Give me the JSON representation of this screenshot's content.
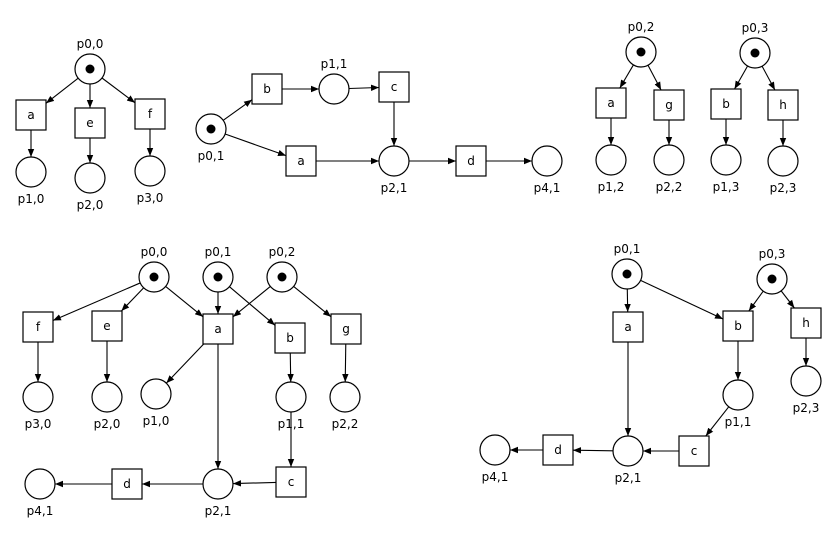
{
  "nets": [
    {
      "id": "net-1",
      "places": [
        {
          "id": "p0_0",
          "label": "p0,0",
          "tokens": 1
        },
        {
          "id": "p1_0",
          "label": "p1,0",
          "tokens": 0
        },
        {
          "id": "p2_0",
          "label": "p2,0",
          "tokens": 0
        },
        {
          "id": "p3_0",
          "label": "p3,0",
          "tokens": 0
        }
      ],
      "transitions": [
        {
          "id": "ta",
          "label": "a"
        },
        {
          "id": "te",
          "label": "e"
        },
        {
          "id": "tf",
          "label": "f"
        }
      ],
      "arcs": [
        [
          "p0_0",
          "ta"
        ],
        [
          "p0_0",
          "te"
        ],
        [
          "p0_0",
          "tf"
        ],
        [
          "ta",
          "p1_0"
        ],
        [
          "te",
          "p2_0"
        ],
        [
          "tf",
          "p3_0"
        ]
      ]
    },
    {
      "id": "net-2",
      "places": [
        {
          "id": "p0_1",
          "label": "p0,1",
          "tokens": 1
        },
        {
          "id": "p1_1",
          "label": "p1,1",
          "tokens": 0
        },
        {
          "id": "p2_1",
          "label": "p2,1",
          "tokens": 0
        },
        {
          "id": "p4_1",
          "label": "p4,1",
          "tokens": 0
        }
      ],
      "transitions": [
        {
          "id": "tb",
          "label": "b"
        },
        {
          "id": "tc",
          "label": "c"
        },
        {
          "id": "ta",
          "label": "a"
        },
        {
          "id": "td",
          "label": "d"
        }
      ],
      "arcs": [
        [
          "p0_1",
          "tb"
        ],
        [
          "p0_1",
          "ta"
        ],
        [
          "tb",
          "p1_1"
        ],
        [
          "p1_1",
          "tc"
        ],
        [
          "tc",
          "p2_1"
        ],
        [
          "ta",
          "p2_1"
        ],
        [
          "p2_1",
          "td"
        ],
        [
          "td",
          "p4_1"
        ]
      ]
    },
    {
      "id": "net-3",
      "places": [
        {
          "id": "p0_2",
          "label": "p0,2",
          "tokens": 1
        },
        {
          "id": "p1_2",
          "label": "p1,2",
          "tokens": 0
        },
        {
          "id": "p2_2",
          "label": "p2,2",
          "tokens": 0
        }
      ],
      "transitions": [
        {
          "id": "ta",
          "label": "a"
        },
        {
          "id": "tg",
          "label": "g"
        }
      ],
      "arcs": [
        [
          "p0_2",
          "ta"
        ],
        [
          "p0_2",
          "tg"
        ],
        [
          "ta",
          "p1_2"
        ],
        [
          "tg",
          "p2_2"
        ]
      ]
    },
    {
      "id": "net-4",
      "places": [
        {
          "id": "p0_3",
          "label": "p0,3",
          "tokens": 1
        },
        {
          "id": "p1_3",
          "label": "p1,3",
          "tokens": 0
        },
        {
          "id": "p2_3",
          "label": "p2,3",
          "tokens": 0
        }
      ],
      "transitions": [
        {
          "id": "tb",
          "label": "b"
        },
        {
          "id": "th",
          "label": "h"
        }
      ],
      "arcs": [
        [
          "p0_3",
          "tb"
        ],
        [
          "p0_3",
          "th"
        ],
        [
          "tb",
          "p1_3"
        ],
        [
          "th",
          "p2_3"
        ]
      ]
    },
    {
      "id": "net-5",
      "places": [
        {
          "id": "p0_0",
          "label": "p0,0",
          "tokens": 1
        },
        {
          "id": "p0_1",
          "label": "p0,1",
          "tokens": 1
        },
        {
          "id": "p0_2",
          "label": "p0,2",
          "tokens": 1
        },
        {
          "id": "p3_0",
          "label": "p3,0",
          "tokens": 0
        },
        {
          "id": "p2_0",
          "label": "p2,0",
          "tokens": 0
        },
        {
          "id": "p1_0",
          "label": "p1,0",
          "tokens": 0
        },
        {
          "id": "p1_1",
          "label": "p1,1",
          "tokens": 0
        },
        {
          "id": "p2_2",
          "label": "p2,2",
          "tokens": 0
        },
        {
          "id": "p2_1",
          "label": "p2,1",
          "tokens": 0
        },
        {
          "id": "p4_1",
          "label": "p4,1",
          "tokens": 0
        }
      ],
      "transitions": [
        {
          "id": "tf",
          "label": "f"
        },
        {
          "id": "te",
          "label": "e"
        },
        {
          "id": "ta",
          "label": "a"
        },
        {
          "id": "tb",
          "label": "b"
        },
        {
          "id": "tg",
          "label": "g"
        },
        {
          "id": "tc",
          "label": "c"
        },
        {
          "id": "td",
          "label": "d"
        }
      ],
      "arcs": [
        [
          "p0_0",
          "tf"
        ],
        [
          "p0_0",
          "te"
        ],
        [
          "p0_0",
          "ta"
        ],
        [
          "p0_1",
          "ta"
        ],
        [
          "p0_1",
          "tb"
        ],
        [
          "p0_2",
          "ta"
        ],
        [
          "p0_2",
          "tg"
        ],
        [
          "tf",
          "p3_0"
        ],
        [
          "te",
          "p2_0"
        ],
        [
          "ta",
          "p1_0"
        ],
        [
          "ta",
          "p2_1"
        ],
        [
          "tb",
          "p1_1"
        ],
        [
          "tg",
          "p2_2"
        ],
        [
          "p1_1",
          "tc"
        ],
        [
          "tc",
          "p2_1"
        ],
        [
          "p2_1",
          "td"
        ],
        [
          "td",
          "p4_1"
        ]
      ]
    },
    {
      "id": "net-6",
      "places": [
        {
          "id": "p0_1",
          "label": "p0,1",
          "tokens": 1
        },
        {
          "id": "p0_3",
          "label": "p0,3",
          "tokens": 1
        },
        {
          "id": "p2_3",
          "label": "p2,3",
          "tokens": 0
        },
        {
          "id": "p1_1",
          "label": "p1,1",
          "tokens": 0
        },
        {
          "id": "p2_1",
          "label": "p2,1",
          "tokens": 0
        },
        {
          "id": "p4_1",
          "label": "p4,1",
          "tokens": 0
        }
      ],
      "transitions": [
        {
          "id": "ta",
          "label": "a"
        },
        {
          "id": "tb",
          "label": "b"
        },
        {
          "id": "th",
          "label": "h"
        },
        {
          "id": "tc",
          "label": "c"
        },
        {
          "id": "td",
          "label": "d"
        }
      ],
      "arcs": [
        [
          "p0_1",
          "ta"
        ],
        [
          "p0_1",
          "tb"
        ],
        [
          "p0_3",
          "tb"
        ],
        [
          "p0_3",
          "th"
        ],
        [
          "th",
          "p2_3"
        ],
        [
          "tb",
          "p1_1"
        ],
        [
          "ta",
          "p2_1"
        ],
        [
          "p1_1",
          "tc"
        ],
        [
          "tc",
          "p2_1"
        ],
        [
          "p2_1",
          "td"
        ],
        [
          "td",
          "p4_1"
        ]
      ]
    }
  ]
}
